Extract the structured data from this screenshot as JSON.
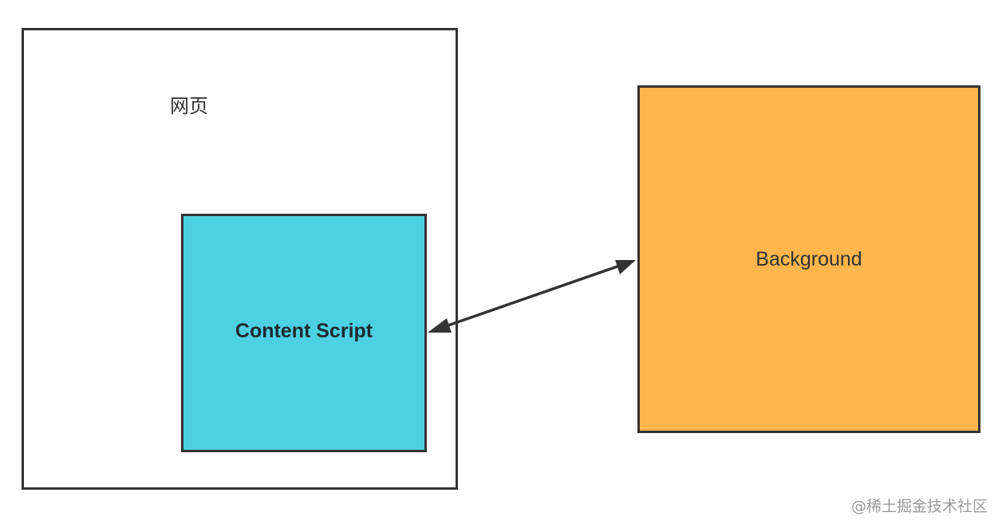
{
  "webpage": {
    "label": "网页"
  },
  "content_script": {
    "label": "Content Script",
    "color": "#4dd0e1"
  },
  "background": {
    "label": "Background",
    "color": "#ffb74d"
  },
  "connector": {
    "type": "bidirectional-arrow",
    "from": "Content Script",
    "to": "Background"
  },
  "watermark": "@稀土掘金技术社区"
}
